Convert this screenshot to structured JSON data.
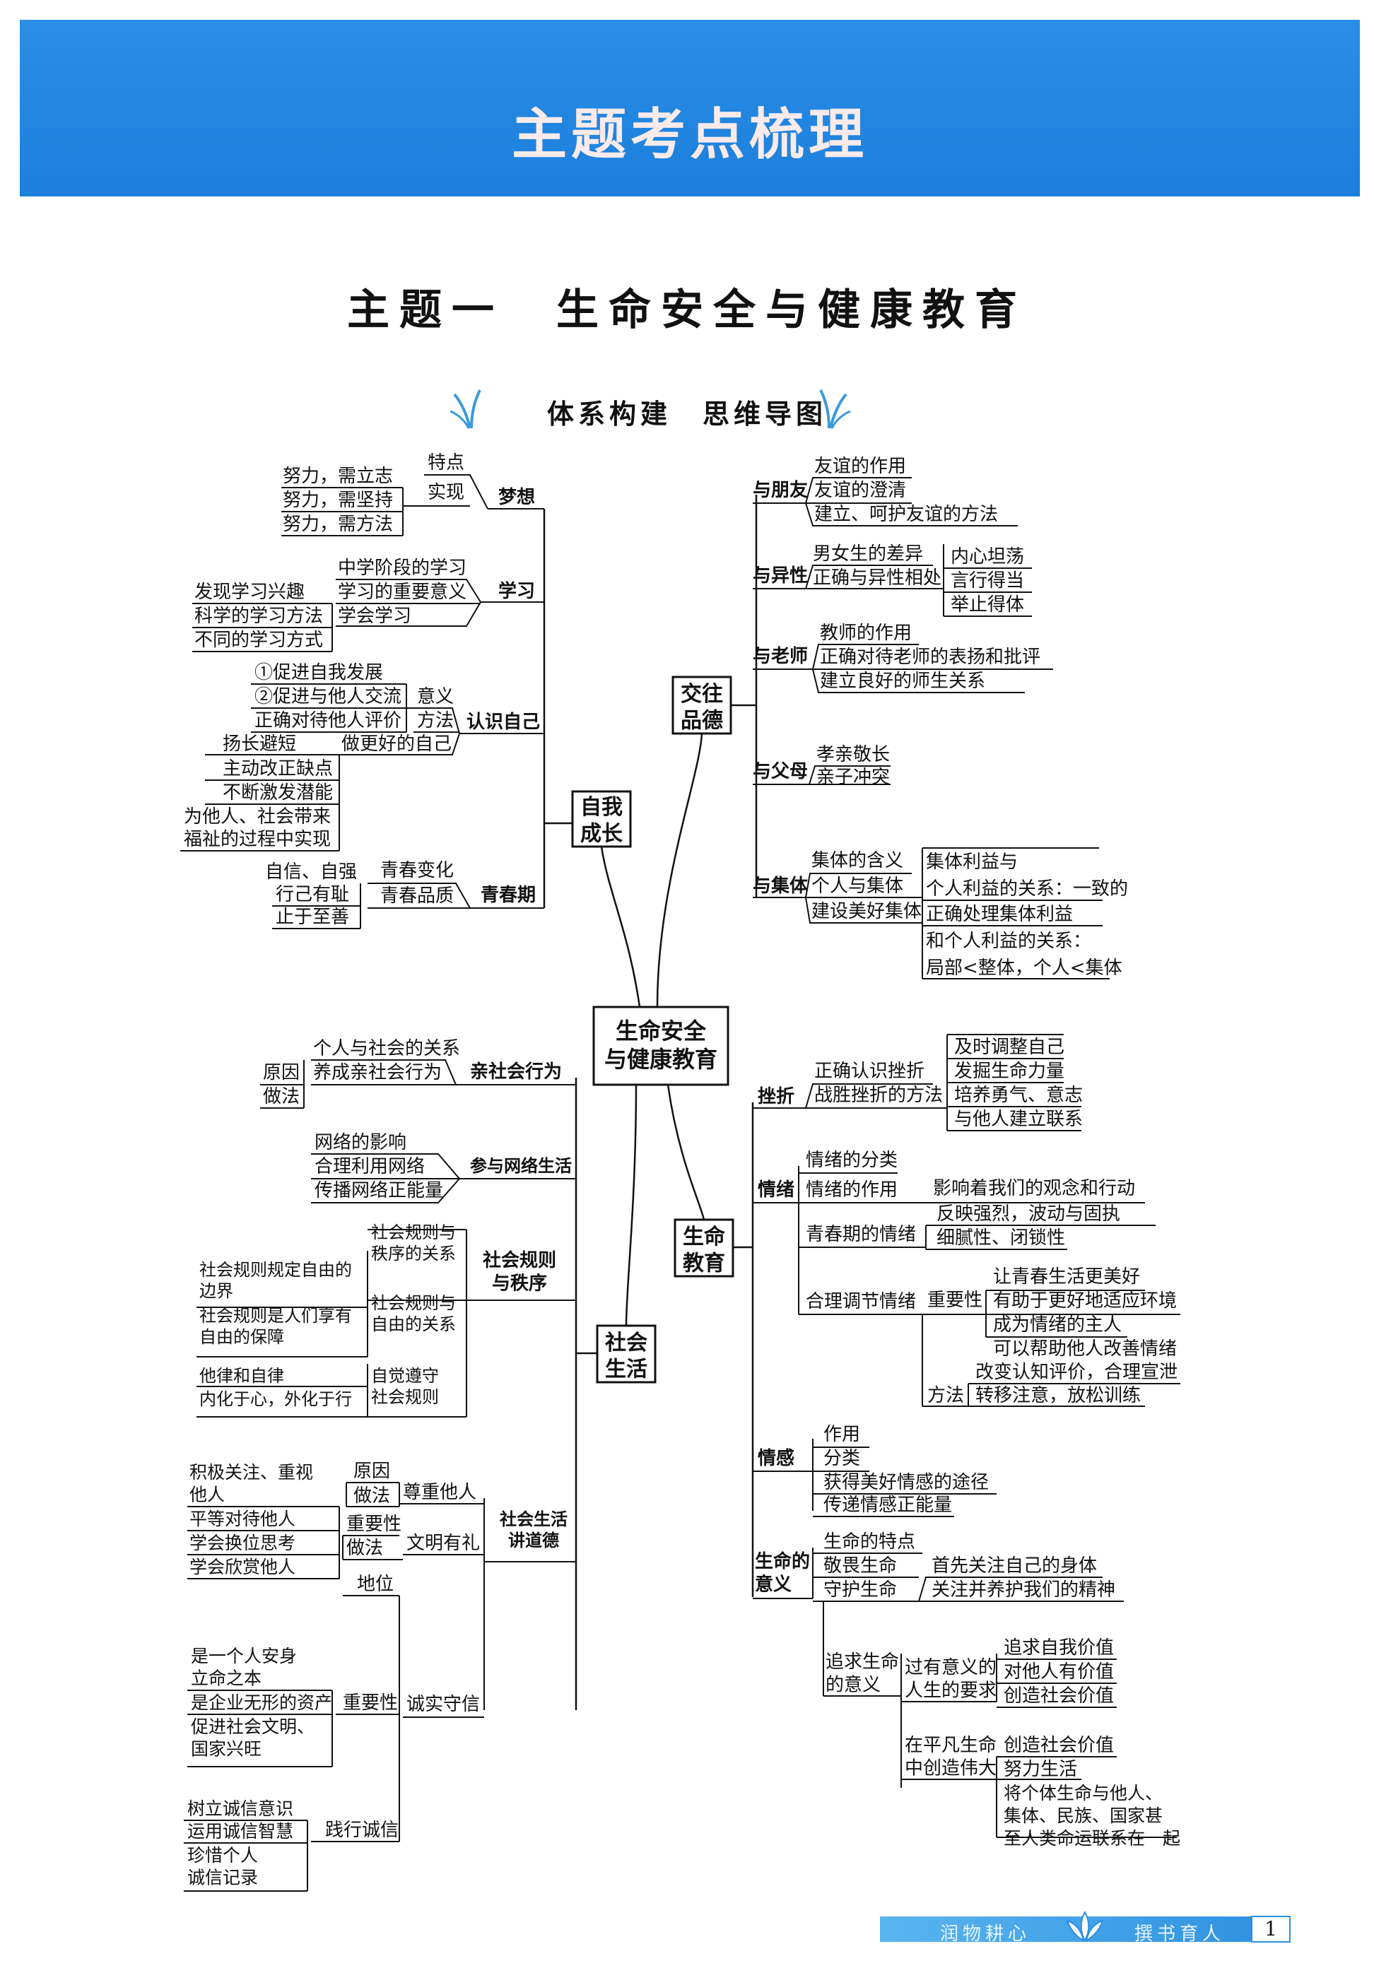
{
  "banner_title": "主题考点梳理",
  "topic_title": "主题一　生命安全与健康教育",
  "map_heading": "体系构建　思维导图",
  "center": "生命安全\n与健康教育",
  "left_top": {
    "branch": "自我\n成长",
    "dream": {
      "label": "梦想",
      "mid": [
        "特点",
        "实现"
      ],
      "leaves": [
        "努力，需立志",
        "努力，需坚持",
        "努力，需方法"
      ]
    },
    "study": {
      "label": "学习",
      "mid": [
        "中学阶段的学习",
        "学习的重要意义",
        "学会学习"
      ],
      "leaves": [
        "发现学习兴趣",
        "科学的学习方法",
        "不同的学习方式"
      ]
    },
    "self": {
      "label": "认识自己",
      "mid": [
        "意义",
        "方法",
        "做更好的自己"
      ],
      "leaves": [
        "①促进自我发展",
        "②促进与他人交流",
        "正确对待他人评价",
        "扬长避短",
        "主动改正缺点",
        "不断激发潜能",
        "为他人、社会带来",
        "福祉的过程中实现"
      ]
    },
    "youth": {
      "label": "青春期",
      "mid": [
        "青春变化",
        "青春品质"
      ],
      "leaves": [
        "自信、自强",
        "行己有耻",
        "止于至善"
      ]
    }
  },
  "right_top": {
    "branch": "交往\n品德",
    "friends": {
      "label": "与朋友",
      "items": [
        "友谊的作用",
        "友谊的澄清",
        "建立、呵护友谊的方法"
      ]
    },
    "opposite": {
      "label": "与异性",
      "items": [
        "男女生的差异",
        "正确与异性相处"
      ],
      "leaves": [
        "内心坦荡",
        "言行得当",
        "举止得体"
      ]
    },
    "teacher": {
      "label": "与老师",
      "items": [
        "教师的作用",
        "正确对待老师的表扬和批评",
        "建立良好的师生关系"
      ]
    },
    "parents": {
      "label": "与父母",
      "items": [
        "孝亲敬长",
        "亲子冲突"
      ]
    },
    "collective": {
      "label": "与集体",
      "items": [
        "集体的含义",
        "个人与集体",
        "建设美好集体"
      ],
      "leaves": [
        "集体利益与",
        "个人利益的关系：一致的",
        "正确处理集体利益",
        "和个人利益的关系：",
        "局部<整体，个人<集体"
      ]
    }
  },
  "left_bottom": {
    "branch": "社会\n生活",
    "prosocial": {
      "label": "亲社会行为",
      "mid": [
        "个人与社会的关系",
        "养成亲社会行为"
      ],
      "leaves": [
        "原因",
        "做法"
      ]
    },
    "network": {
      "label": "参与网络生活",
      "items": [
        "网络的影响",
        "合理利用网络",
        "传播网络正能量"
      ]
    },
    "rules": {
      "label": "社会规则\n与秩序",
      "mid": [
        "社会规则与\n秩序的关系",
        "社会规则与\n自由的关系",
        "自觉遵守\n社会规则"
      ],
      "leaves": [
        "社会规则规定自由的\n边界",
        "社会规则是人们享有\n自由的保障",
        "他律和自律",
        "内化于心，外化于行"
      ]
    },
    "morality": {
      "label": "社会生活\n讲道德",
      "respect": {
        "label": "尊重他人",
        "items": [
          "原因",
          "做法"
        ],
        "leaves": [
          "积极关注、重视\n他人",
          "平等对待他人",
          "学会换位思考",
          "学会欣赏他人"
        ]
      },
      "civil": {
        "label": "文明有礼",
        "items": [
          "重要性",
          "做法"
        ]
      },
      "honesty": {
        "label": "诚实守信",
        "items": [
          "地位",
          "重要性",
          "践行诚信"
        ],
        "leaves": [
          "是一个人安身\n立命之本",
          "是企业无形的资产",
          "促进社会文明、\n国家兴旺",
          "树立诚信意识",
          "运用诚信智慧",
          "珍惜个人\n诚信记录"
        ]
      }
    }
  },
  "right_bottom": {
    "branch": "生命\n教育",
    "setback": {
      "label": "挫折",
      "items": [
        "正确认识挫折",
        "战胜挫折的方法"
      ],
      "leaves": [
        "及时调整自己",
        "发掘生命力量",
        "培养勇气、意志",
        "与他人建立联系"
      ]
    },
    "emotion": {
      "label": "情绪",
      "items": [
        "情绪的分类",
        "情绪的作用",
        "青春期的情绪",
        "合理调节情绪"
      ],
      "effect": "影响着我们的观念和行动",
      "youth_leaves": [
        "反映强烈，波动与固执",
        "细腻性、闭锁性"
      ],
      "importance": "重要性",
      "importance_leaves": [
        "让青春生活更美好",
        "有助于更好地适应环境",
        "成为情绪的主人",
        "可以帮助他人改善情绪"
      ],
      "method": "方法",
      "method_leaves": [
        "改变认知评价，合理宣泄",
        "转移注意，放松训练"
      ]
    },
    "feeling": {
      "label": "情感",
      "items": [
        "作用",
        "分类",
        "获得美好情感的途径",
        "传递情感正能量"
      ]
    },
    "life": {
      "label": "生命的\n意义",
      "items": [
        "生命的特点",
        "敬畏生命",
        "守护生命"
      ],
      "guard": [
        "首先关注自己的身体",
        "关注并养护我们的精神"
      ],
      "pursuit": "追求生命\n的意义",
      "meaning": "过有意义的\n人生的要求",
      "meaning_leaves": [
        "追求自我价值",
        "对他人有价值",
        "创造社会价值"
      ],
      "great": "在平凡生命\n中创造伟大",
      "great_items": [
        "创造社会价值",
        "努力生活"
      ],
      "great_leaf": "将个体生命与他人、\n集体、民族、国家甚\n至人类命运联系在一起"
    }
  },
  "footer": {
    "left": "润物耕心",
    "right": "撰书育人",
    "page": "1"
  },
  "colors": {
    "banner": "#1c7fdc",
    "banner_text": "#fbeaea",
    "footer": "#2d8fe0"
  }
}
